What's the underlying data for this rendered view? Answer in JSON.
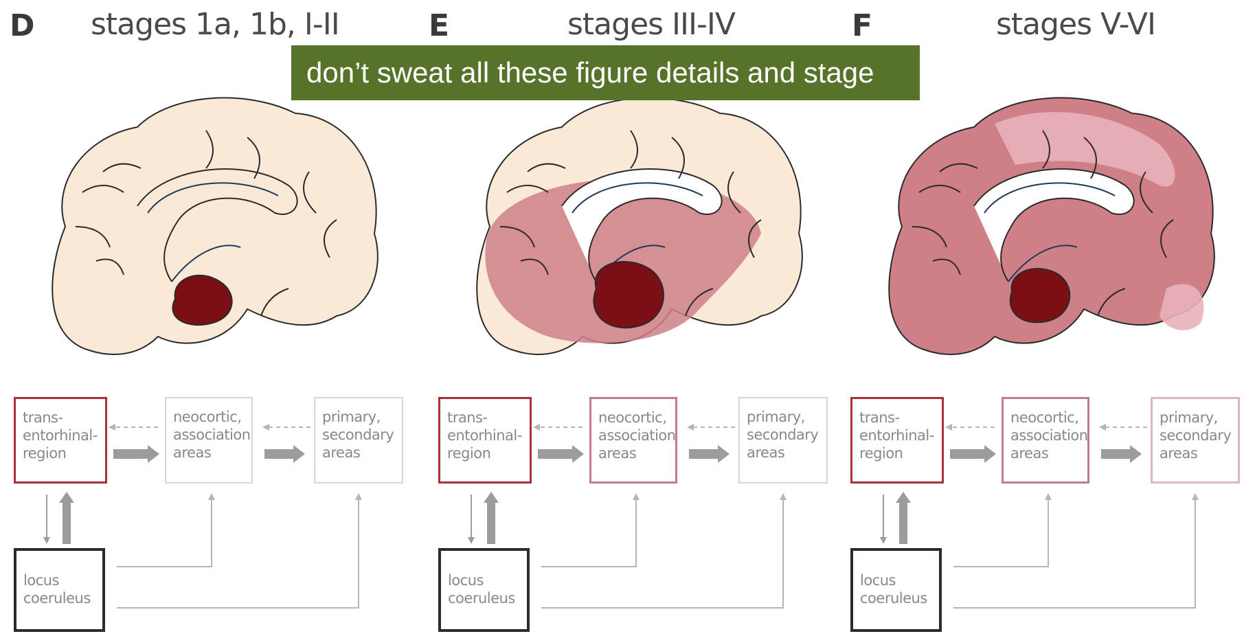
{
  "banner": {
    "text": "don’t sweat all these figure details and stage"
  },
  "panels": [
    {
      "letter": "D",
      "title": "stages 1a, 1b, I-II",
      "box_transentorhinal": [
        "trans-",
        "entorhinal-",
        "region"
      ],
      "box_neocortic": [
        "neocortic,",
        "association",
        "areas"
      ],
      "box_primary": [
        "primary,",
        "secondary",
        "areas"
      ],
      "box_locus": [
        "locus",
        "coeruleus"
      ]
    },
    {
      "letter": "E",
      "title": "stages III-IV",
      "box_transentorhinal": [
        "trans-",
        "entorhinal-",
        "region"
      ],
      "box_neocortic": [
        "neocortic,",
        "association",
        "areas"
      ],
      "box_primary": [
        "primary,",
        "secondary",
        "areas"
      ],
      "box_locus": [
        "locus",
        "coeruleus"
      ]
    },
    {
      "letter": "F",
      "title": "stages V-VI",
      "box_transentorhinal": [
        "trans-",
        "entorhinal-",
        "region"
      ],
      "box_neocortic": [
        "neocortic,",
        "association",
        "areas"
      ],
      "box_primary": [
        "primary,",
        "secondary",
        "areas"
      ],
      "box_locus": [
        "locus",
        "coeruleus"
      ]
    }
  ],
  "colors": {
    "banner_bg": "#56722b",
    "brain_base": "#fbe9d8",
    "brain_light_pathology": "#e8b3b9",
    "brain_medium_pathology": "#cf7f88",
    "brain_dark_pathology": "#7a1016",
    "box_red": "#a9303a",
    "box_pink": "#c07a93",
    "box_light_pink": "#e0b6cf",
    "box_black": "#2b2b2b",
    "box_gray": "#d6d6d6",
    "arrow_gray": "#9c9c9c"
  },
  "icons": [
    "medial-brain-illustration",
    "flow-arrow"
  ]
}
